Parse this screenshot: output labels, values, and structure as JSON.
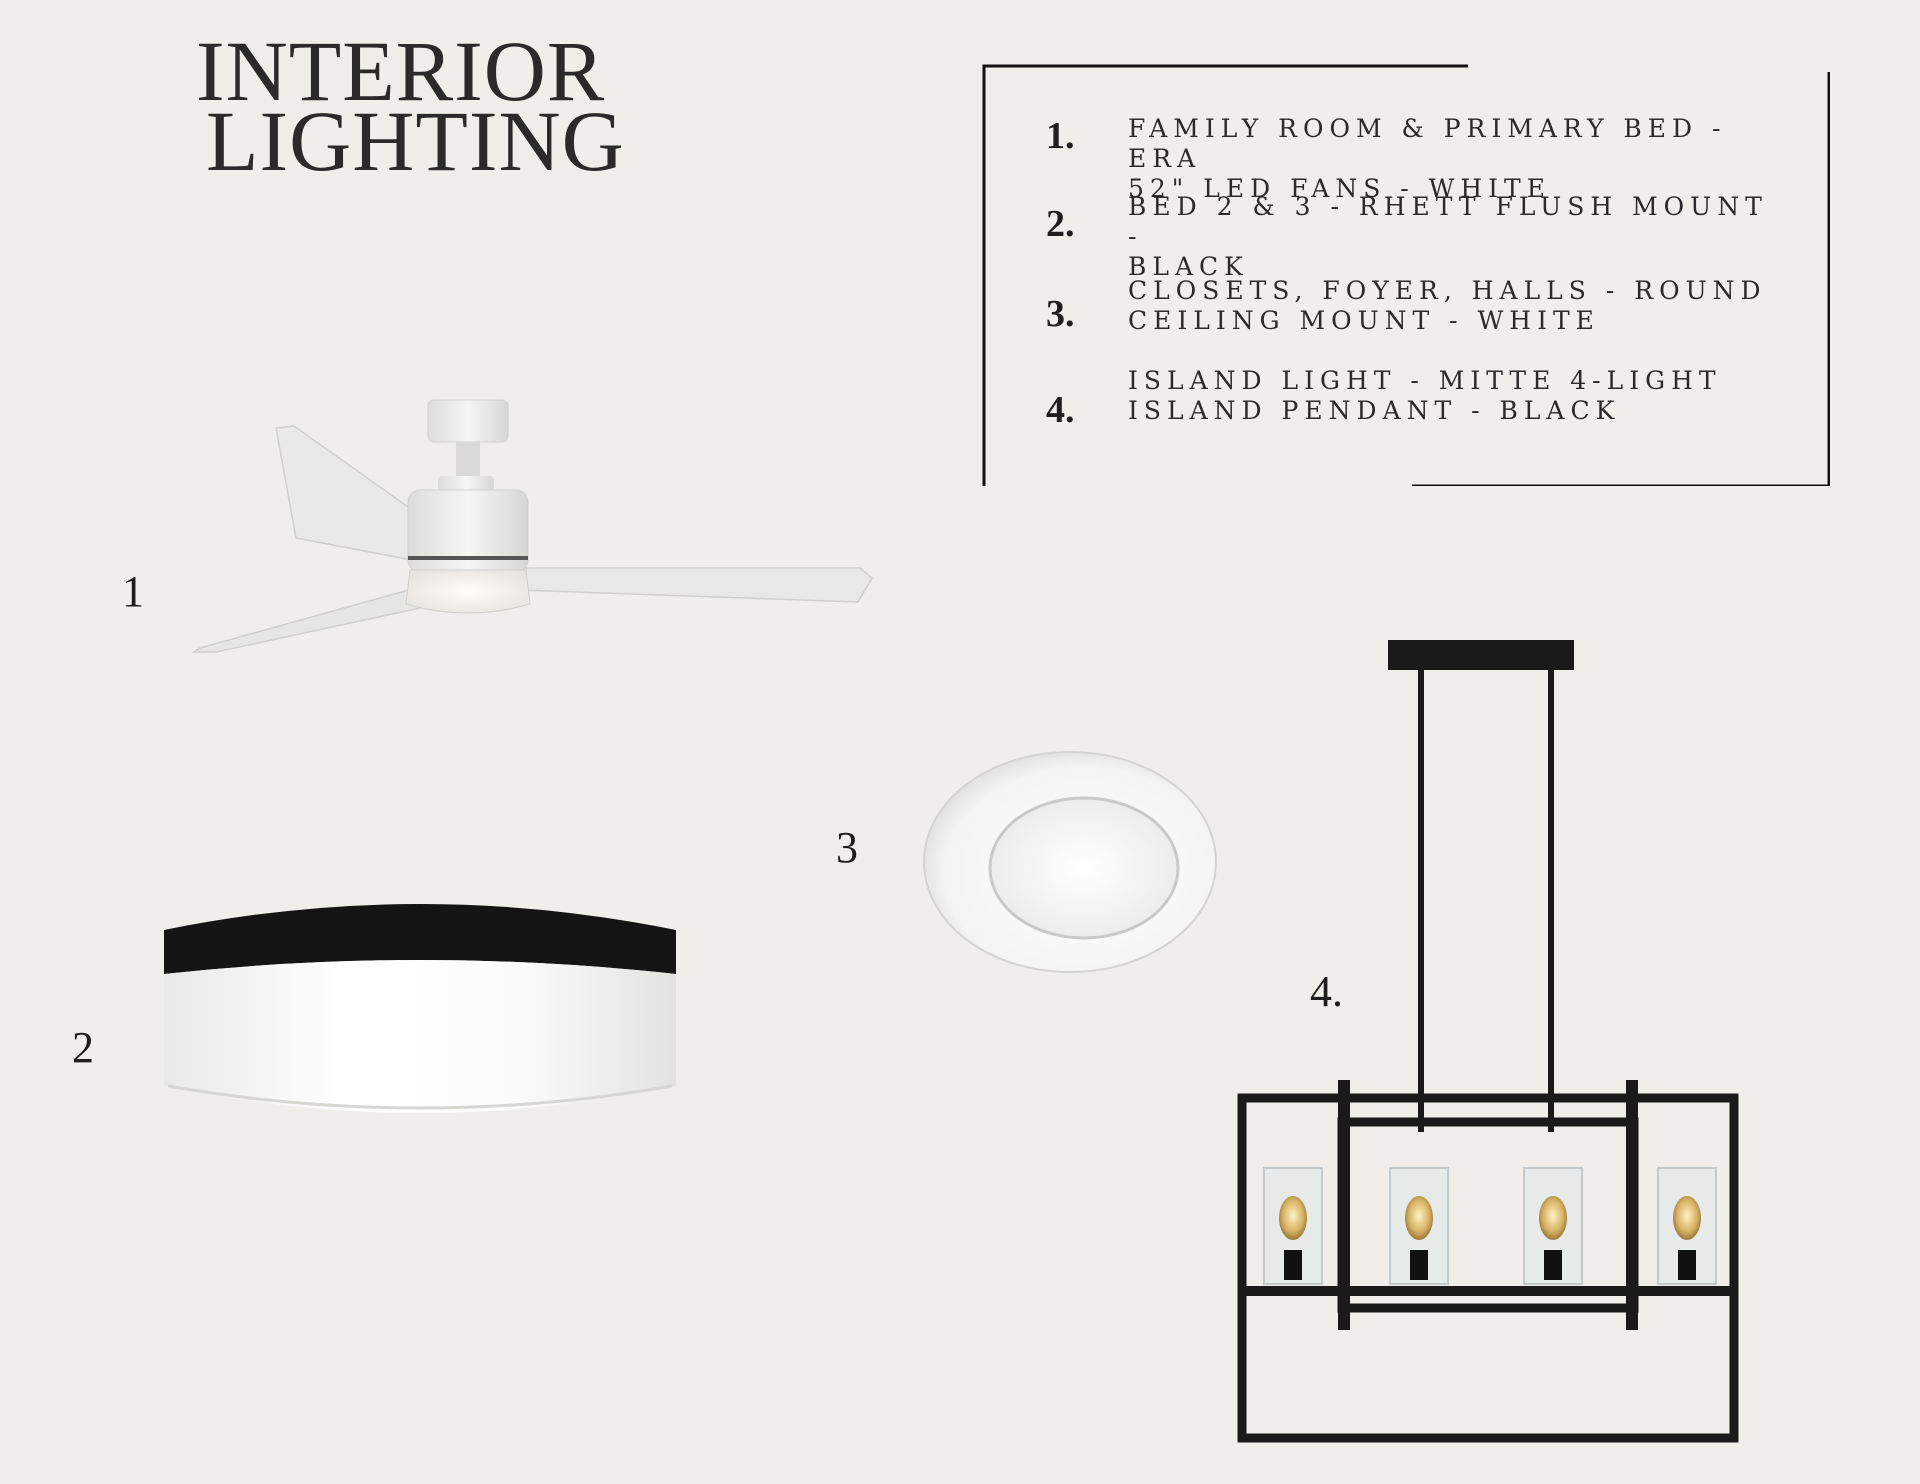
{
  "title": {
    "line1": "INTERIOR",
    "line2": "LIGHTING"
  },
  "legend": {
    "items": [
      {
        "number": "1.",
        "text_line1": "FAMILY ROOM & PRIMARY BED - ERA",
        "text_line2": "52\" LED FANS - WHITE"
      },
      {
        "number": "2.",
        "text_line1": "BED 2 & 3 - RHETT FLUSH MOUNT -",
        "text_line2": "BLACK"
      },
      {
        "number": "3.",
        "text_line1": "CLOSETS, FOYER, HALLS - ROUND",
        "text_line2": "CEILING MOUNT - WHITE"
      },
      {
        "number": "4.",
        "text_line1": "ISLAND LIGHT - MITTE 4-LIGHT",
        "text_line2": "ISLAND PENDANT - BLACK"
      }
    ]
  },
  "products": [
    {
      "label": "1",
      "name": "ceiling-fan"
    },
    {
      "label": "2",
      "name": "flush-mount"
    },
    {
      "label": "3",
      "name": "round-ceiling-mount"
    },
    {
      "label": "4.",
      "name": "island-pendant"
    }
  ],
  "colors": {
    "background": "#efeeea",
    "ink": "#1c1c1c",
    "fixture_black": "#1a1a1a",
    "fixture_white": "#f7f7f5"
  }
}
